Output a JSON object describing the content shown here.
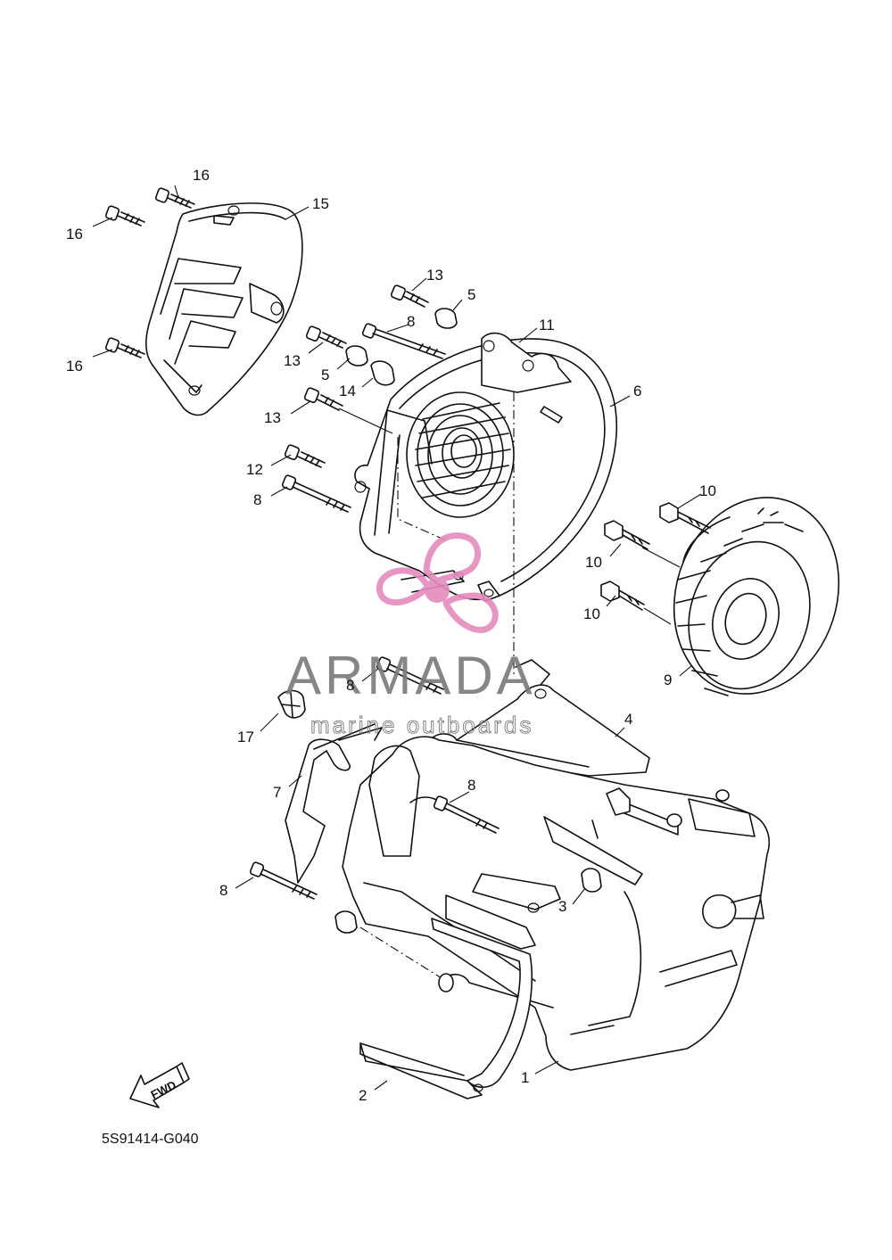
{
  "diagram_code": "5S91414-G040",
  "fwd_label": "FWD",
  "watermark": {
    "title": "ARMADA",
    "subtitle": "marine outboards",
    "color": "#e58bbd"
  },
  "callouts": [
    "16",
    "16",
    "16",
    "15",
    "13",
    "5",
    "8",
    "11",
    "13",
    "5",
    "14",
    "6",
    "13",
    "12",
    "8",
    "10",
    "10",
    "10",
    "9",
    "8",
    "4",
    "17",
    "7",
    "8",
    "8",
    "3",
    "1",
    "2"
  ]
}
